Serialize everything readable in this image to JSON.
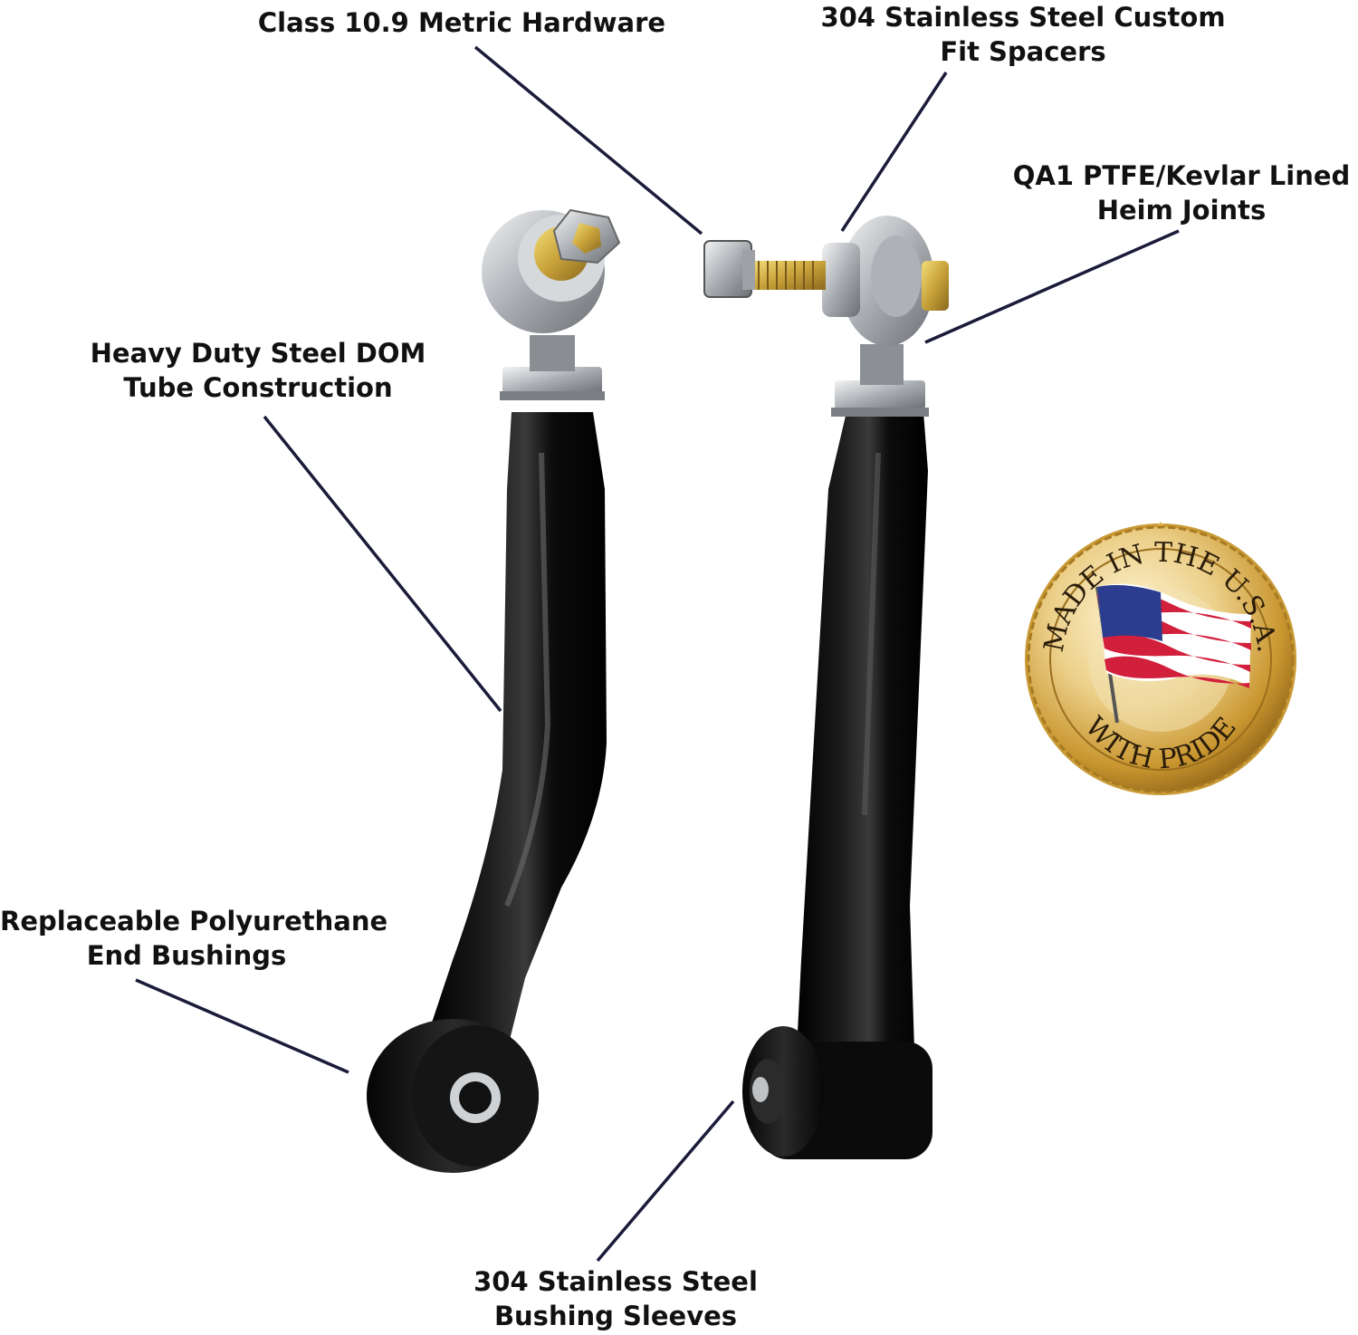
{
  "callouts": {
    "hardware": {
      "line1": "Class 10.9 Metric Hardware"
    },
    "spacers": {
      "line1": "304 Stainless Steel Custom",
      "line2": "Fit Spacers"
    },
    "heim": {
      "line1": "QA1 PTFE/Kevlar Lined",
      "line2": "Heim Joints"
    },
    "dom": {
      "line1": "Heavy Duty Steel DOM",
      "line2": "Tube Construction"
    },
    "bushings": {
      "line1": "Replaceable Polyurethane",
      "line2": "End Bushings"
    },
    "sleeves": {
      "line1": "304 Stainless Steel",
      "line2": "Bushing Sleeves"
    }
  },
  "seal": {
    "top_text": "MADE IN THE U.S.A.",
    "bottom_text": "WITH PRIDE"
  },
  "colors": {
    "tube": "#0a0a0a",
    "leader": "#1b1b3a",
    "gold": "#d4a23c",
    "metal": "#b9bdc2"
  }
}
